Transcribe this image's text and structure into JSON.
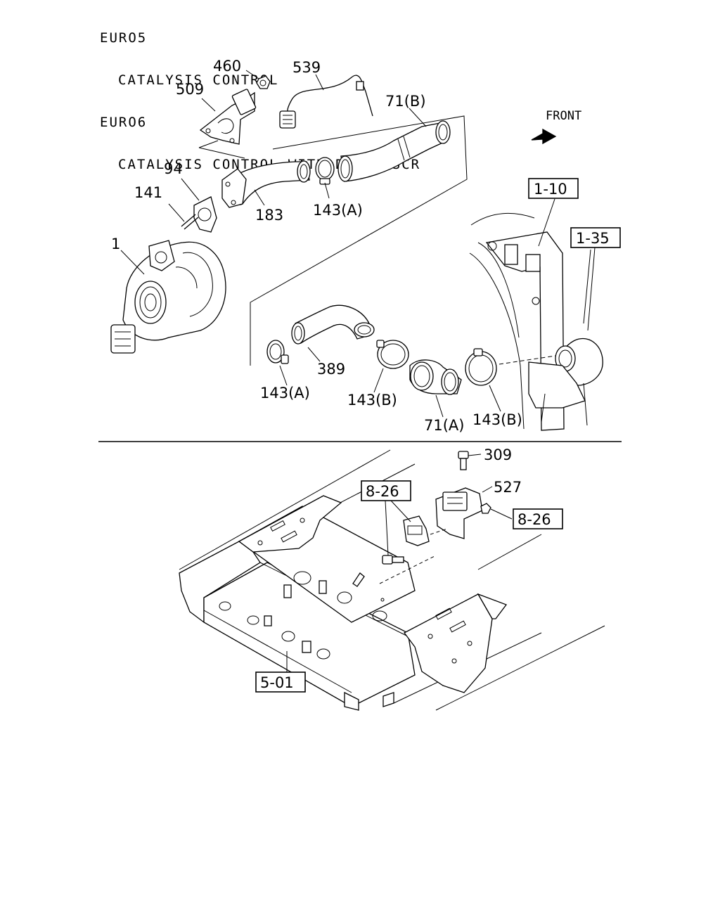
{
  "header": {
    "line1": "EURO5",
    "line2": "CATALYSIS CONTROL",
    "line3": "EURO6",
    "line4": "CATALYSIS CONTROL WITH DPD & SCR"
  },
  "front_label": "FRONT",
  "part_labels": {
    "p460": "460",
    "p539": "539",
    "p509": "509",
    "p71b": "71(B)",
    "p94": "94",
    "p141": "141",
    "p183": "183",
    "p143a_top": "143(A)",
    "p1": "1",
    "p389": "389",
    "p143a_bot": "143(A)",
    "p143b_left": "143(B)",
    "p71a": "71(A)",
    "p143b_right": "143(B)",
    "p309": "309",
    "p527": "527"
  },
  "ref_boxes": {
    "r110": "1-10",
    "r135": "1-35",
    "r826_left": "8-26",
    "r826_right": "8-26",
    "r501": "5-01"
  }
}
